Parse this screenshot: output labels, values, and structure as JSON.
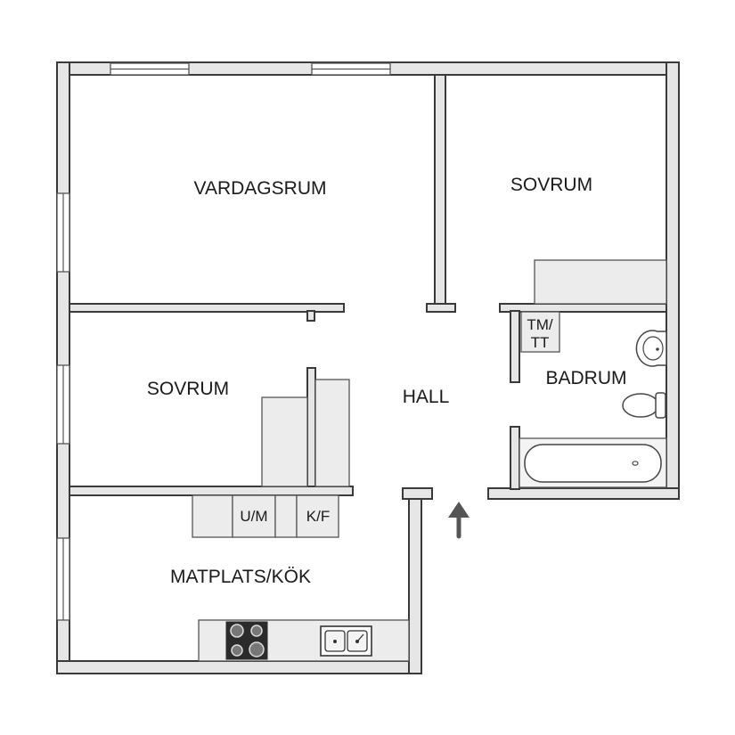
{
  "rooms": {
    "living_room": "VARDAGSRUM",
    "bedroom_east": "SOVRUM",
    "bedroom_west": "SOVRUM",
    "hall": "HALL",
    "bathroom": "BADRUM",
    "kitchen": "MATPLATS/KÖK"
  },
  "fixtures": {
    "washer_dryer_line1": "TM/",
    "washer_dryer_line2": "TT",
    "oven_micro": "U/M",
    "fridge_freezer": "K/F"
  },
  "colors": {
    "wall_fill": "#e6e6e6",
    "wall_stroke": "#3a3a3a",
    "fixture_fill": "#ececec",
    "entrance_arrow": "#555555"
  },
  "icons": {
    "entrance": "arrow-up-icon",
    "stove": "stove-icon",
    "sink": "kitchen-sink-icon",
    "washbasin": "washbasin-icon",
    "toilet": "toilet-icon",
    "bathtub": "bathtub-icon"
  }
}
